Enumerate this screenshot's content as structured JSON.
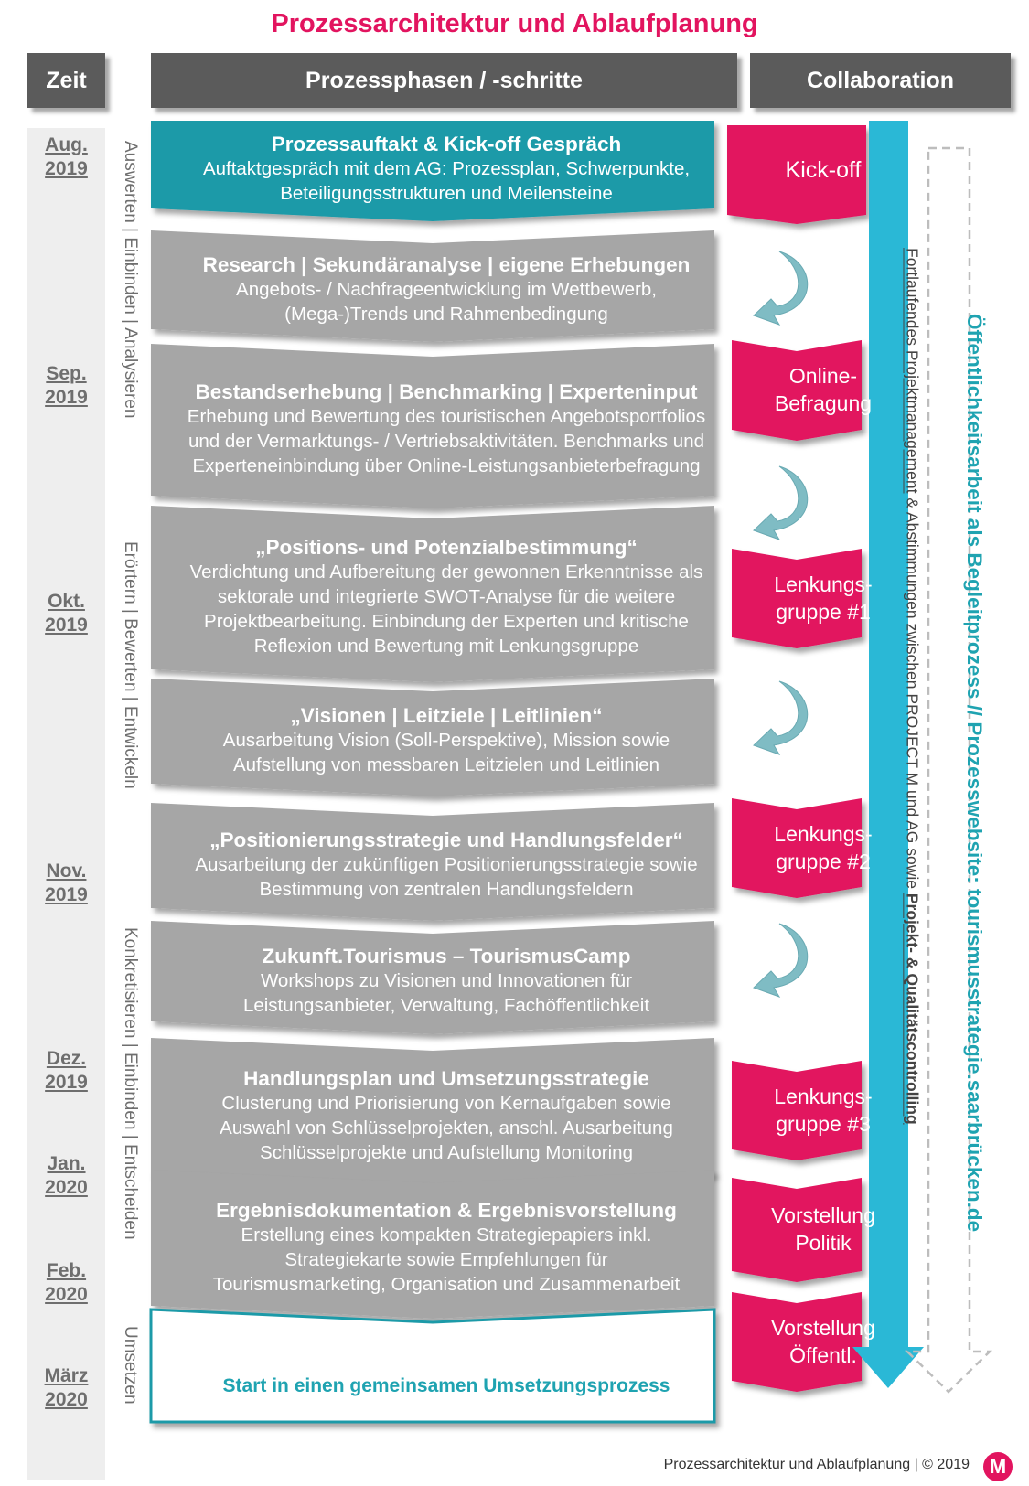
{
  "title": "Prozessarchitektur und Ablaufplanung",
  "headers": {
    "time": "Zeit",
    "phases": "Prozessphasen / -schritte",
    "collaboration": "Collaboration"
  },
  "months": [
    {
      "name": "Aug.",
      "year": "2019"
    },
    {
      "name": "Sep.",
      "year": "2019"
    },
    {
      "name": "Okt.",
      "year": "2019"
    },
    {
      "name": "Nov.",
      "year": "2019"
    },
    {
      "name": "Dez.",
      "year": "2019"
    },
    {
      "name": "Jan.",
      "year": "2020"
    },
    {
      "name": "Feb.",
      "year": "2020"
    },
    {
      "name": "März",
      "year": "2020"
    }
  ],
  "stage_labels": [
    "Auswerten | Einbinden | Analysieren",
    "Erörtern | Bewerten | Entwickeln",
    "Konkretisieren | Einbinden | Entscheiden",
    "Umsetzen"
  ],
  "phases": [
    {
      "title": "Prozessauftakt & Kick-off Gespräch",
      "lines": [
        "Auftaktgespräch mit dem AG: Prozessplan, Schwerpunkte,",
        "Beteiligungsstrukturen und Meilensteine"
      ]
    },
    {
      "title": "Research | Sekundäranalyse | eigene Erhebungen",
      "lines": [
        "Angebots- / Nachfrageentwicklung im Wettbewerb,",
        "(Mega-)Trends und Rahmenbedingung"
      ]
    },
    {
      "title": "Bestandserhebung | Benchmarking | Experteninput",
      "lines": [
        "Erhebung und Bewertung des touristischen Angebotsportfolios",
        "und der Vermarktungs- / Vertriebsaktivitäten. Benchmarks und",
        "Experteneinbindung über Online-Leistungsanbieterbefragung"
      ]
    },
    {
      "title": "„Positions- und Potenzialbestimmung“",
      "lines": [
        "Verdichtung und Aufbereitung der gewonnen Erkenntnisse als",
        "sektorale und integrierte SWOT-Analyse für die weitere",
        "Projektbearbeitung. Einbindung der Experten und kritische",
        "Reflexion und Bewertung mit Lenkungsgruppe"
      ]
    },
    {
      "title": "„Visionen | Leitziele |  Leitlinien“",
      "lines": [
        "Ausarbeitung Vision (Soll-Perspektive), Mission sowie",
        "Aufstellung von messbaren Leitzielen und Leitlinien"
      ]
    },
    {
      "title": "„Positionierungsstrategie und Handlungsfelder“",
      "lines": [
        "Ausarbeitung der zukünftigen Positionierungsstrategie sowie",
        "Bestimmung von zentralen Handlungsfeldern"
      ]
    },
    {
      "title": "Zukunft.Tourismus – TourismusCamp",
      "lines": [
        "Workshops zu Visionen und Innovationen für",
        "Leistungsanbieter, Verwaltung, Fachöffentlichkeit"
      ]
    },
    {
      "title": "Handlungsplan und Umsetzungsstrategie",
      "lines": [
        "Clusterung und Priorisierung von Kernaufgaben sowie",
        "Auswahl von Schlüsselprojekten, anschl. Ausarbeitung",
        "Schlüsselprojekte und Aufstellung Monitoring"
      ]
    },
    {
      "title": "Ergebnisdokumentation & Ergebnisvorstellung",
      "lines": [
        "Erstellung eines kompakten Strategiepapiers inkl.",
        "Strategiekarte sowie Empfehlungen für",
        "Tourismusmarketing, Organisation und Zusammenarbeit"
      ]
    }
  ],
  "final_phase": "Start in einen gemeinsamen Umsetzungsprozess",
  "collab_items": [
    [
      "Kick-off"
    ],
    [
      "Online-",
      "Befragung"
    ],
    [
      "Lenkungs-",
      "gruppe #1"
    ],
    [
      "Lenkungs-",
      "gruppe #2"
    ],
    [
      "Lenkungs-",
      "gruppe #3"
    ],
    [
      "Vorstellung",
      "Politik"
    ],
    [
      "Vorstellung",
      "Öffentl."
    ]
  ],
  "pm_text": {
    "part1": "Fortlaufendes Projektmanagement",
    "part2": " & Abstimmungen zwischen PROJECT M und AG  sowie ",
    "part3": "Projekt- & Qualitätscontrolling"
  },
  "pr_text": "Öffentlichkeitsarbeit als Begleitprozess // Prozesswebsite: tourismusstrategie.saarbrücken.de",
  "footer": "Prozessarchitektur und Ablaufplanung | © 2019",
  "logo": "M",
  "colors": {
    "accent": "#e2145f",
    "teal": "#1f9aa8",
    "cyan": "#2ab8d6",
    "gray": "#a6a6a6",
    "dark": "#5b5b5b"
  }
}
